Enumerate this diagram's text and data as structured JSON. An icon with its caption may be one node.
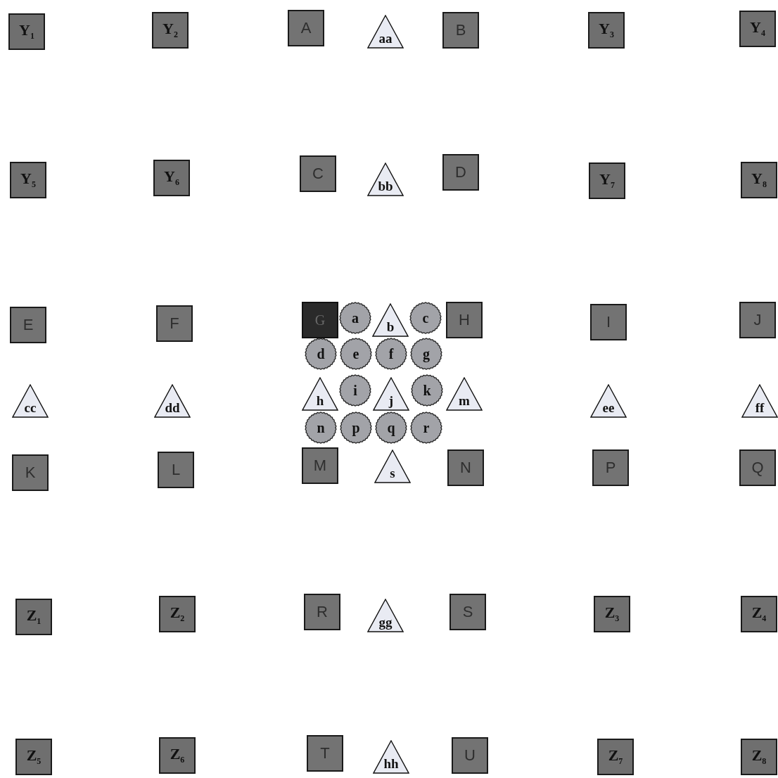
{
  "diagram": {
    "nodes": [
      {
        "text": [
          "Y$_{1}$"
        ]
      },
      {
        "text": [
          "Y$_{2}$"
        ]
      },
      {
        "text": [
          "A"
        ]
      },
      {
        "text": [
          "aa"
        ]
      },
      {
        "text": [
          "B"
        ]
      },
      {
        "text": [
          "Y$_{3}$"
        ]
      },
      {
        "text": [
          "Y$_{4}$"
        ]
      },
      {
        "text": [
          "Y$_{5}$"
        ]
      },
      {
        "text": [
          "Y$_{6}$"
        ]
      },
      {
        "text": [
          "C"
        ]
      },
      {
        "text": [
          "bb"
        ]
      },
      {
        "text": [
          "D"
        ]
      },
      {
        "text": [
          "Y$_{7}$"
        ]
      },
      {
        "text": [
          "Y$_{8}$"
        ]
      },
      {
        "text": [
          "E"
        ]
      },
      {
        "text": [
          "F"
        ]
      },
      {
        "text": [
          "G"
        ]
      },
      {
        "text": [
          "a"
        ]
      },
      {
        "text": [
          "b"
        ]
      },
      {
        "text": [
          "c"
        ]
      },
      {
        "text": [
          "H"
        ]
      },
      {
        "text": [
          "I"
        ]
      },
      {
        "text": [
          "J"
        ]
      },
      {
        "text": [
          "d"
        ]
      },
      {
        "text": [
          "e"
        ]
      },
      {
        "text": [
          "f"
        ]
      },
      {
        "text": [
          "g"
        ]
      },
      {
        "text": [
          "cc"
        ]
      },
      {
        "text": [
          "dd"
        ]
      },
      {
        "text": [
          "h"
        ]
      },
      {
        "text": [
          "i"
        ]
      },
      {
        "text": [
          "j"
        ]
      },
      {
        "text": [
          "k"
        ]
      },
      {
        "text": [
          "m"
        ]
      },
      {
        "text": [
          "ee"
        ]
      },
      {
        "text": [
          "ff"
        ]
      },
      {
        "text": [
          "n"
        ]
      },
      {
        "text": [
          "p"
        ]
      },
      {
        "text": [
          "q"
        ]
      },
      {
        "text": [
          "r"
        ]
      },
      {
        "text": [
          "K"
        ]
      },
      {
        "text": [
          "L"
        ]
      },
      {
        "text": [
          "M"
        ]
      },
      {
        "text": [
          "s"
        ]
      },
      {
        "text": [
          "N"
        ]
      },
      {
        "text": [
          "P"
        ]
      },
      {
        "text": [
          "Q"
        ]
      },
      {
        "text": [
          "Z$_{1}$"
        ]
      },
      {
        "text": [
          "Z$_{2}$"
        ]
      },
      {
        "text": [
          "R"
        ]
      },
      {
        "text": [
          "gg"
        ]
      },
      {
        "text": [
          "S"
        ]
      },
      {
        "text": [
          "Z$_{3}$"
        ]
      },
      {
        "text": [
          "Z$_{4}$"
        ]
      },
      {
        "text": [
          "Z$_{5}$"
        ]
      },
      {
        "text": [
          "Z$_{6}$"
        ]
      },
      {
        "text": [
          "T"
        ]
      },
      {
        "text": [
          "hh"
        ]
      },
      {
        "text": [
          "U"
        ]
      },
      {
        "text": [
          "Z$_{7}$"
        ]
      },
      {
        "text": [
          "Z$_{8}$"
        ]
      }
    ]
  }
}
